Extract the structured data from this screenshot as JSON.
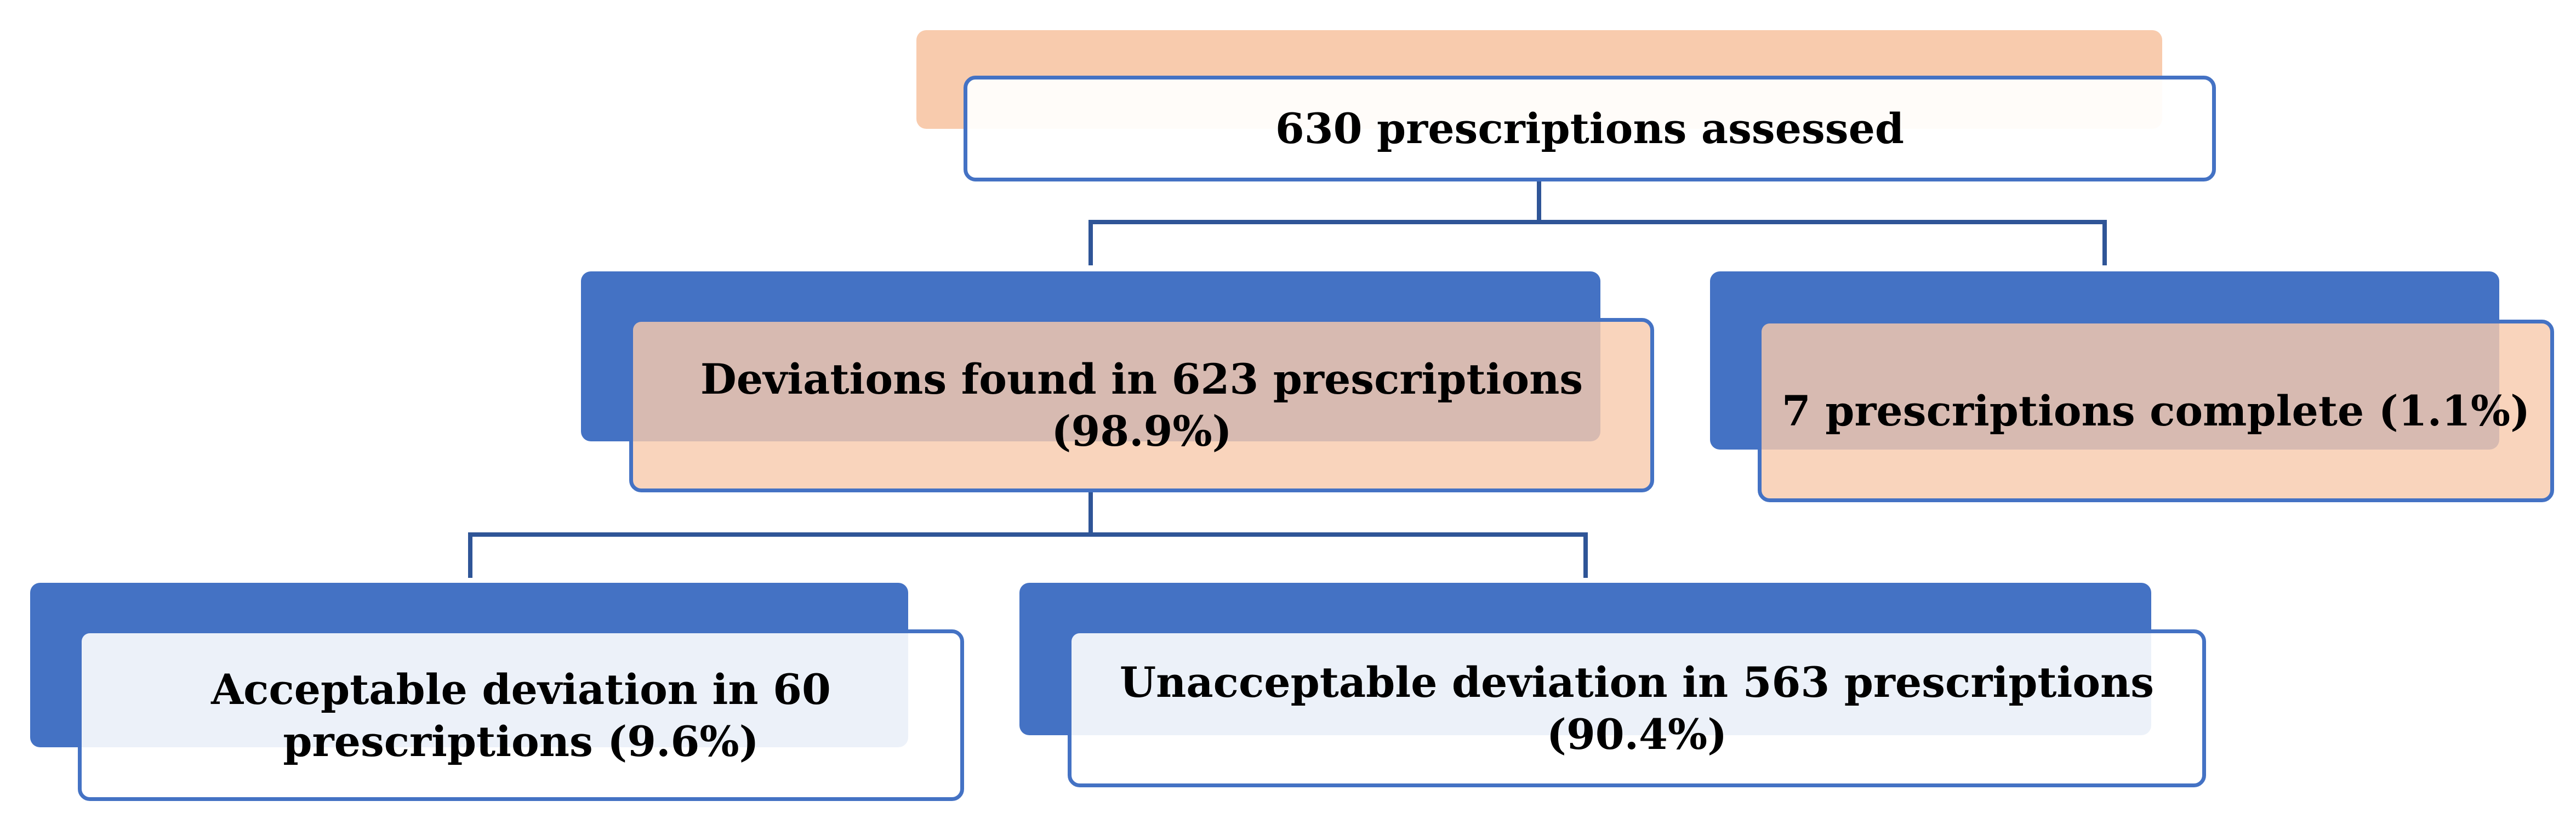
{
  "flowchart": {
    "root": {
      "label": "630 prescriptions assessed"
    },
    "level1": [
      {
        "label": "Deviations found in 623 prescriptions (98.9%)"
      },
      {
        "label": "7 prescriptions complete (1.1%)"
      }
    ],
    "level2": [
      {
        "label": "Acceptable deviation in 60 prescriptions (9.6%)"
      },
      {
        "label": "Unacceptable deviation in 563 prescriptions (90.4%)"
      }
    ]
  },
  "colors": {
    "primary_blue": "#4472c4",
    "peach": "#f8cbad",
    "light_box": "#edf1f9"
  }
}
